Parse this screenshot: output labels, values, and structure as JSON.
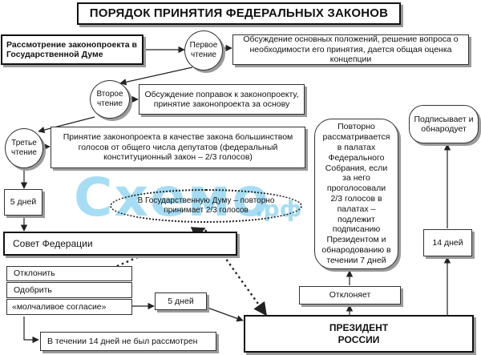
{
  "title": "ПОРЯДОК ПРИНЯТИЯ ФЕДЕРАЛЬНЫХ ЗАКОНОВ",
  "state_duma_review": "Рассмотрение законопроекта в Государственной Думе",
  "first_reading": {
    "label": "Первое чтение",
    "description": "Обсуждение основных положений, решение вопроса о необходимости его принятия, дается общая оценка  концепции"
  },
  "second_reading": {
    "label": "Второе чтение",
    "description": "Обсуждение поправок к законопроекту, принятие законопроекта за основу"
  },
  "third_reading": {
    "label": "Третье чтение",
    "description": "Принятие законопроекта в качестве закона большинством голосов от общего числа депутатов (федеральный конституционный закон – 2/3 голосов)"
  },
  "to_council_days": "5 дней",
  "duma_revote": "В Государственную Думу – повторно принимает 2/3 голосов",
  "federation_council": {
    "title": "Совет Федерации",
    "reject": "Отклонить",
    "approve": "Одобрить",
    "silent_consent": "«молчаливое согласие»",
    "not_reviewed": "В течении 14 дней не был рассмотрен"
  },
  "to_president_days": "5 дней",
  "president": "ПРЕЗИДЕНТ РОССИИ",
  "president_rejects": "Отклоняет",
  "override_text": "Повторно рассматривается в палатах Федерального Собрания, если за него проголосовали 2/3 голосов в палатах – подлежит подписанию Президентом и обнародованию в течении 7 дней",
  "sign_days": "14 дней",
  "signs": "Подписывает и обнародует",
  "watermark": {
    "name": "Схемо",
    "domain": ".рф",
    "url": "www.схемо.рф"
  },
  "colors": {
    "line": "#222222",
    "shadow": "#9a9a9a",
    "watermark": "#5ec3ec"
  }
}
